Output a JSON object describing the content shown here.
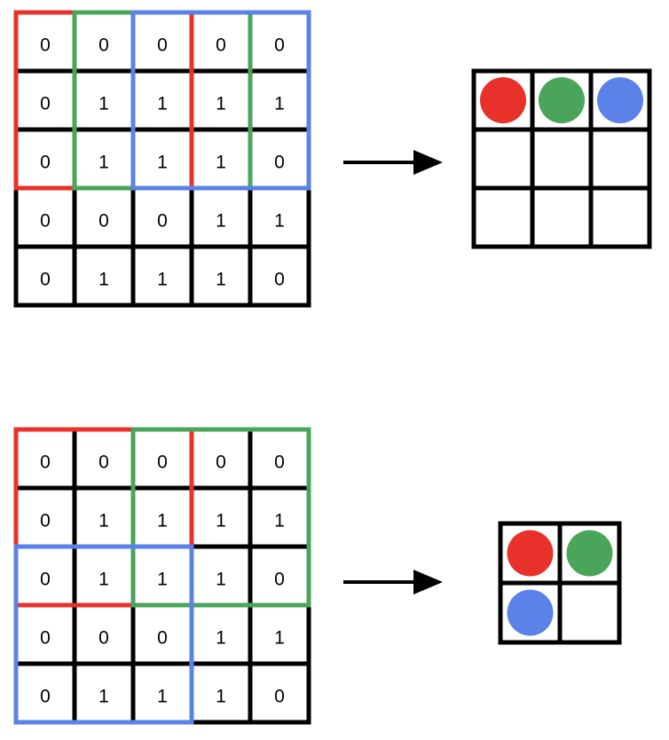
{
  "colors": {
    "grid": "#000000",
    "red": "#e8312a",
    "green": "#4aa55a",
    "blue": "#5a82e8"
  },
  "panels": [
    {
      "name": "stride-1",
      "input_grid": [
        [
          "0",
          "0",
          "0",
          "0",
          "0"
        ],
        [
          "0",
          "1",
          "1",
          "1",
          "1"
        ],
        [
          "0",
          "1",
          "1",
          "1",
          "0"
        ],
        [
          "0",
          "0",
          "0",
          "1",
          "1"
        ],
        [
          "0",
          "1",
          "1",
          "1",
          "0"
        ]
      ],
      "windows": [
        {
          "color": "red",
          "row": 0,
          "col": 0,
          "size": 3
        },
        {
          "color": "green",
          "row": 0,
          "col": 1,
          "size": 3
        },
        {
          "color": "blue",
          "row": 0,
          "col": 2,
          "size": 3
        }
      ],
      "output_size": 3,
      "output_dots": [
        {
          "color": "red",
          "row": 0,
          "col": 0
        },
        {
          "color": "green",
          "row": 0,
          "col": 1
        },
        {
          "color": "blue",
          "row": 0,
          "col": 2
        }
      ]
    },
    {
      "name": "stride-2",
      "input_grid": [
        [
          "0",
          "0",
          "0",
          "0",
          "0"
        ],
        [
          "0",
          "1",
          "1",
          "1",
          "1"
        ],
        [
          "0",
          "1",
          "1",
          "1",
          "0"
        ],
        [
          "0",
          "0",
          "0",
          "1",
          "1"
        ],
        [
          "0",
          "1",
          "1",
          "1",
          "0"
        ]
      ],
      "windows": [
        {
          "color": "red",
          "row": 0,
          "col": 0,
          "size": 3
        },
        {
          "color": "green",
          "row": 0,
          "col": 2,
          "size": 3
        },
        {
          "color": "blue",
          "row": 2,
          "col": 0,
          "size": 3
        }
      ],
      "output_size": 2,
      "output_dots": [
        {
          "color": "red",
          "row": 0,
          "col": 0
        },
        {
          "color": "green",
          "row": 0,
          "col": 1
        },
        {
          "color": "blue",
          "row": 1,
          "col": 0
        }
      ]
    }
  ]
}
